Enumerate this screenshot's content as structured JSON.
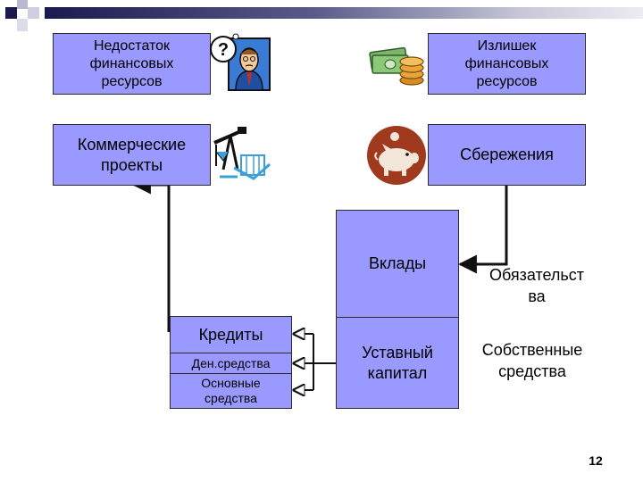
{
  "boxes": {
    "deficit": "Недостаток финансовых ресурсов",
    "surplus": "Излишек финансовых ресурсов",
    "commercial_projects": "Коммерческие проекты",
    "savings": "Сбережения",
    "deposits": "Вклады",
    "charter_capital_line1": "Уставный",
    "charter_capital_line2": "капитал",
    "credits": "Кредиты",
    "cash": "Ден.средства",
    "fixed_assets_line1": "Основные",
    "fixed_assets_line2": "средства"
  },
  "labels": {
    "liabilities_line1": "Обязательст",
    "liabilities_line2": "ва",
    "equity_line1": "Собственные",
    "equity_line2": "средства"
  },
  "slide_number": "12",
  "colors": {
    "box_fill": "#9999ff",
    "header_bar": "#1a1a4e",
    "line": "#111111"
  },
  "icons": [
    "confused-man-icon",
    "money-stack-icon",
    "oil-derrick-icon",
    "piggy-bank-icon"
  ]
}
